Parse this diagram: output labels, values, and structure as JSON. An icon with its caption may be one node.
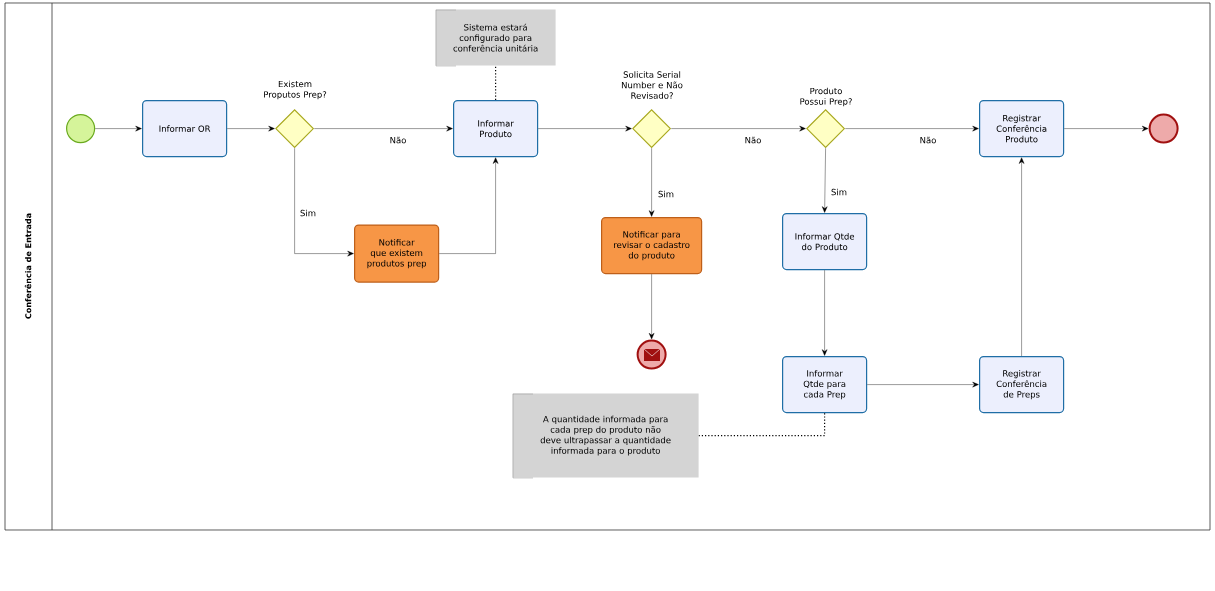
{
  "diagram": {
    "nodes": [
      {
        "text": [
          "Conferência de Entrada"
        ]
      },
      {
        "text": [],
        "shape": "circle",
        "in": 0
      },
      {
        "text": [
          "Informar OR"
        ],
        "in": 0
      },
      {
        "text": [
          "Existem Proputos Prep?"
        ],
        "in": 0
      },
      {
        "text": [
          "Notificar que existem produtos prep"
        ],
        "in": 0
      },
      {
        "text": [
          "Sistema estará configurado para conferência unitária"
        ],
        "in": 0
      },
      {
        "text": [
          "Informar Produto"
        ],
        "in": 0
      },
      {
        "text": [
          "Solicita Serial Number e Não Revisado?"
        ],
        "in": 0
      },
      {
        "text": [
          "Notificar para revisar o cadastro do produto"
        ],
        "in": 0
      },
      {
        "text": [],
        "shape": "circle",
        "in": 0
      },
      {
        "text": [
          "Produto Possui Prep?"
        ],
        "in": 0
      },
      {
        "text": [
          "Informar Qtde do Produto"
        ],
        "in": 0
      },
      {
        "text": [
          "A quantidade informada para cada prep do produto não deve ultrapassar a quantidade informada para o produto"
        ],
        "in": 0
      },
      {
        "text": [
          "Informar Qtde para cada Prep"
        ],
        "in": 0
      },
      {
        "text": [
          "Registrar Conferência de Preps"
        ],
        "in": 0
      },
      {
        "text": [
          "Registrar Conferência Produto"
        ],
        "in": 0
      },
      {
        "text": [],
        "shape": "circle",
        "in": 0
      }
    ],
    "edges": [
      {
        "from": 1,
        "to": 2,
        "arrow": "to"
      },
      {
        "from": 2,
        "to": 3,
        "arrow": "to"
      },
      {
        "from": 3,
        "to": 6,
        "arrow": "to",
        "label": "Não"
      },
      {
        "from": 3,
        "to": 4,
        "arrow": "to",
        "label": "Sim"
      },
      {
        "from": 4,
        "to": 6,
        "arrow": "to"
      },
      {
        "from": 6,
        "to": 5,
        "arrow": "none",
        "style": "dashed"
      },
      {
        "from": 6,
        "to": 7,
        "arrow": "to"
      },
      {
        "from": 7,
        "to": 8,
        "arrow": "to",
        "label": "Sim"
      },
      {
        "from": 8,
        "to": 9,
        "arrow": "to"
      },
      {
        "from": 7,
        "to": 10,
        "arrow": "to",
        "label": "Não"
      },
      {
        "from": 10,
        "to": 15,
        "arrow": "to",
        "label": "Não"
      },
      {
        "from": 10,
        "to": 11,
        "arrow": "to",
        "label": "Sim"
      },
      {
        "from": 11,
        "to": 13,
        "arrow": "to"
      },
      {
        "from": 13,
        "to": 12,
        "arrow": "none",
        "style": "dashed"
      },
      {
        "from": 13,
        "to": 14,
        "arrow": "to"
      },
      {
        "from": 14,
        "to": 15,
        "arrow": "to"
      },
      {
        "from": 15,
        "to": 16,
        "arrow": "to"
      }
    ]
  }
}
